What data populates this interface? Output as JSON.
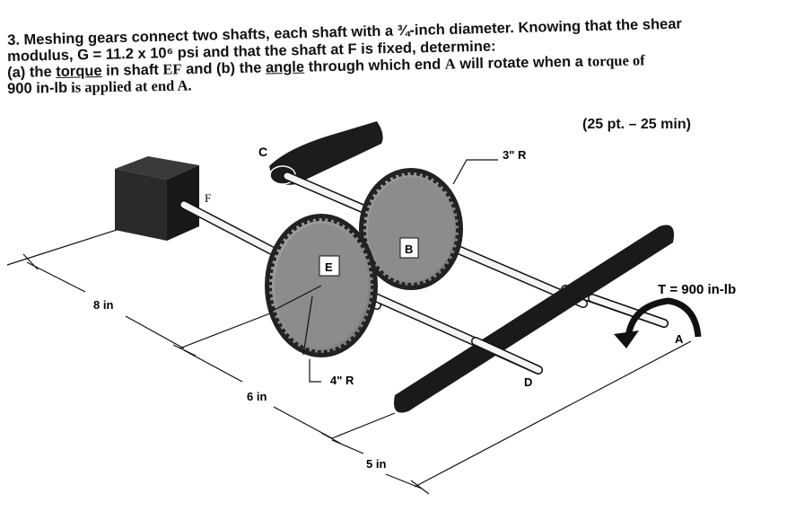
{
  "problem": {
    "line1": "3. Meshing gears connect two shafts, each shaft with a ¾-inch diameter. Knowing that the shear",
    "line2": "modulus, G = 11.2 x 10⁶ psi and that the shaft at F is fixed, determine:",
    "line3_a": "(a) the ",
    "line3_torque": "torque",
    "line3_b": " in shaft ",
    "line3_ef": "EF",
    "line3_c": " and (b) the ",
    "line3_angle": "angle",
    "line3_d": " through which end ",
    "line3_A": "A",
    "line3_e": " will rotate when a ",
    "line3_torque2": "torque of",
    "line4_a": "900 in-lb",
    "line4_b": " is applied at end ",
    "line4_A": "A."
  },
  "points": "(25 pt. – 25 min)",
  "figure": {
    "labels": {
      "C": "C",
      "F": "F",
      "E": "E",
      "B": "B",
      "D": "D",
      "A": "A",
      "radius_B": "3\" R",
      "radius_E": "4\" R",
      "torque": "T = 900 in-lb",
      "dim_8": "8 in",
      "dim_6": "6 in",
      "dim_5": "5 in"
    },
    "colors": {
      "gear": "#8c8c8c",
      "gear_edge": "#2a2a2a",
      "support": "#222222",
      "shaft": "#f4f4f4"
    }
  }
}
